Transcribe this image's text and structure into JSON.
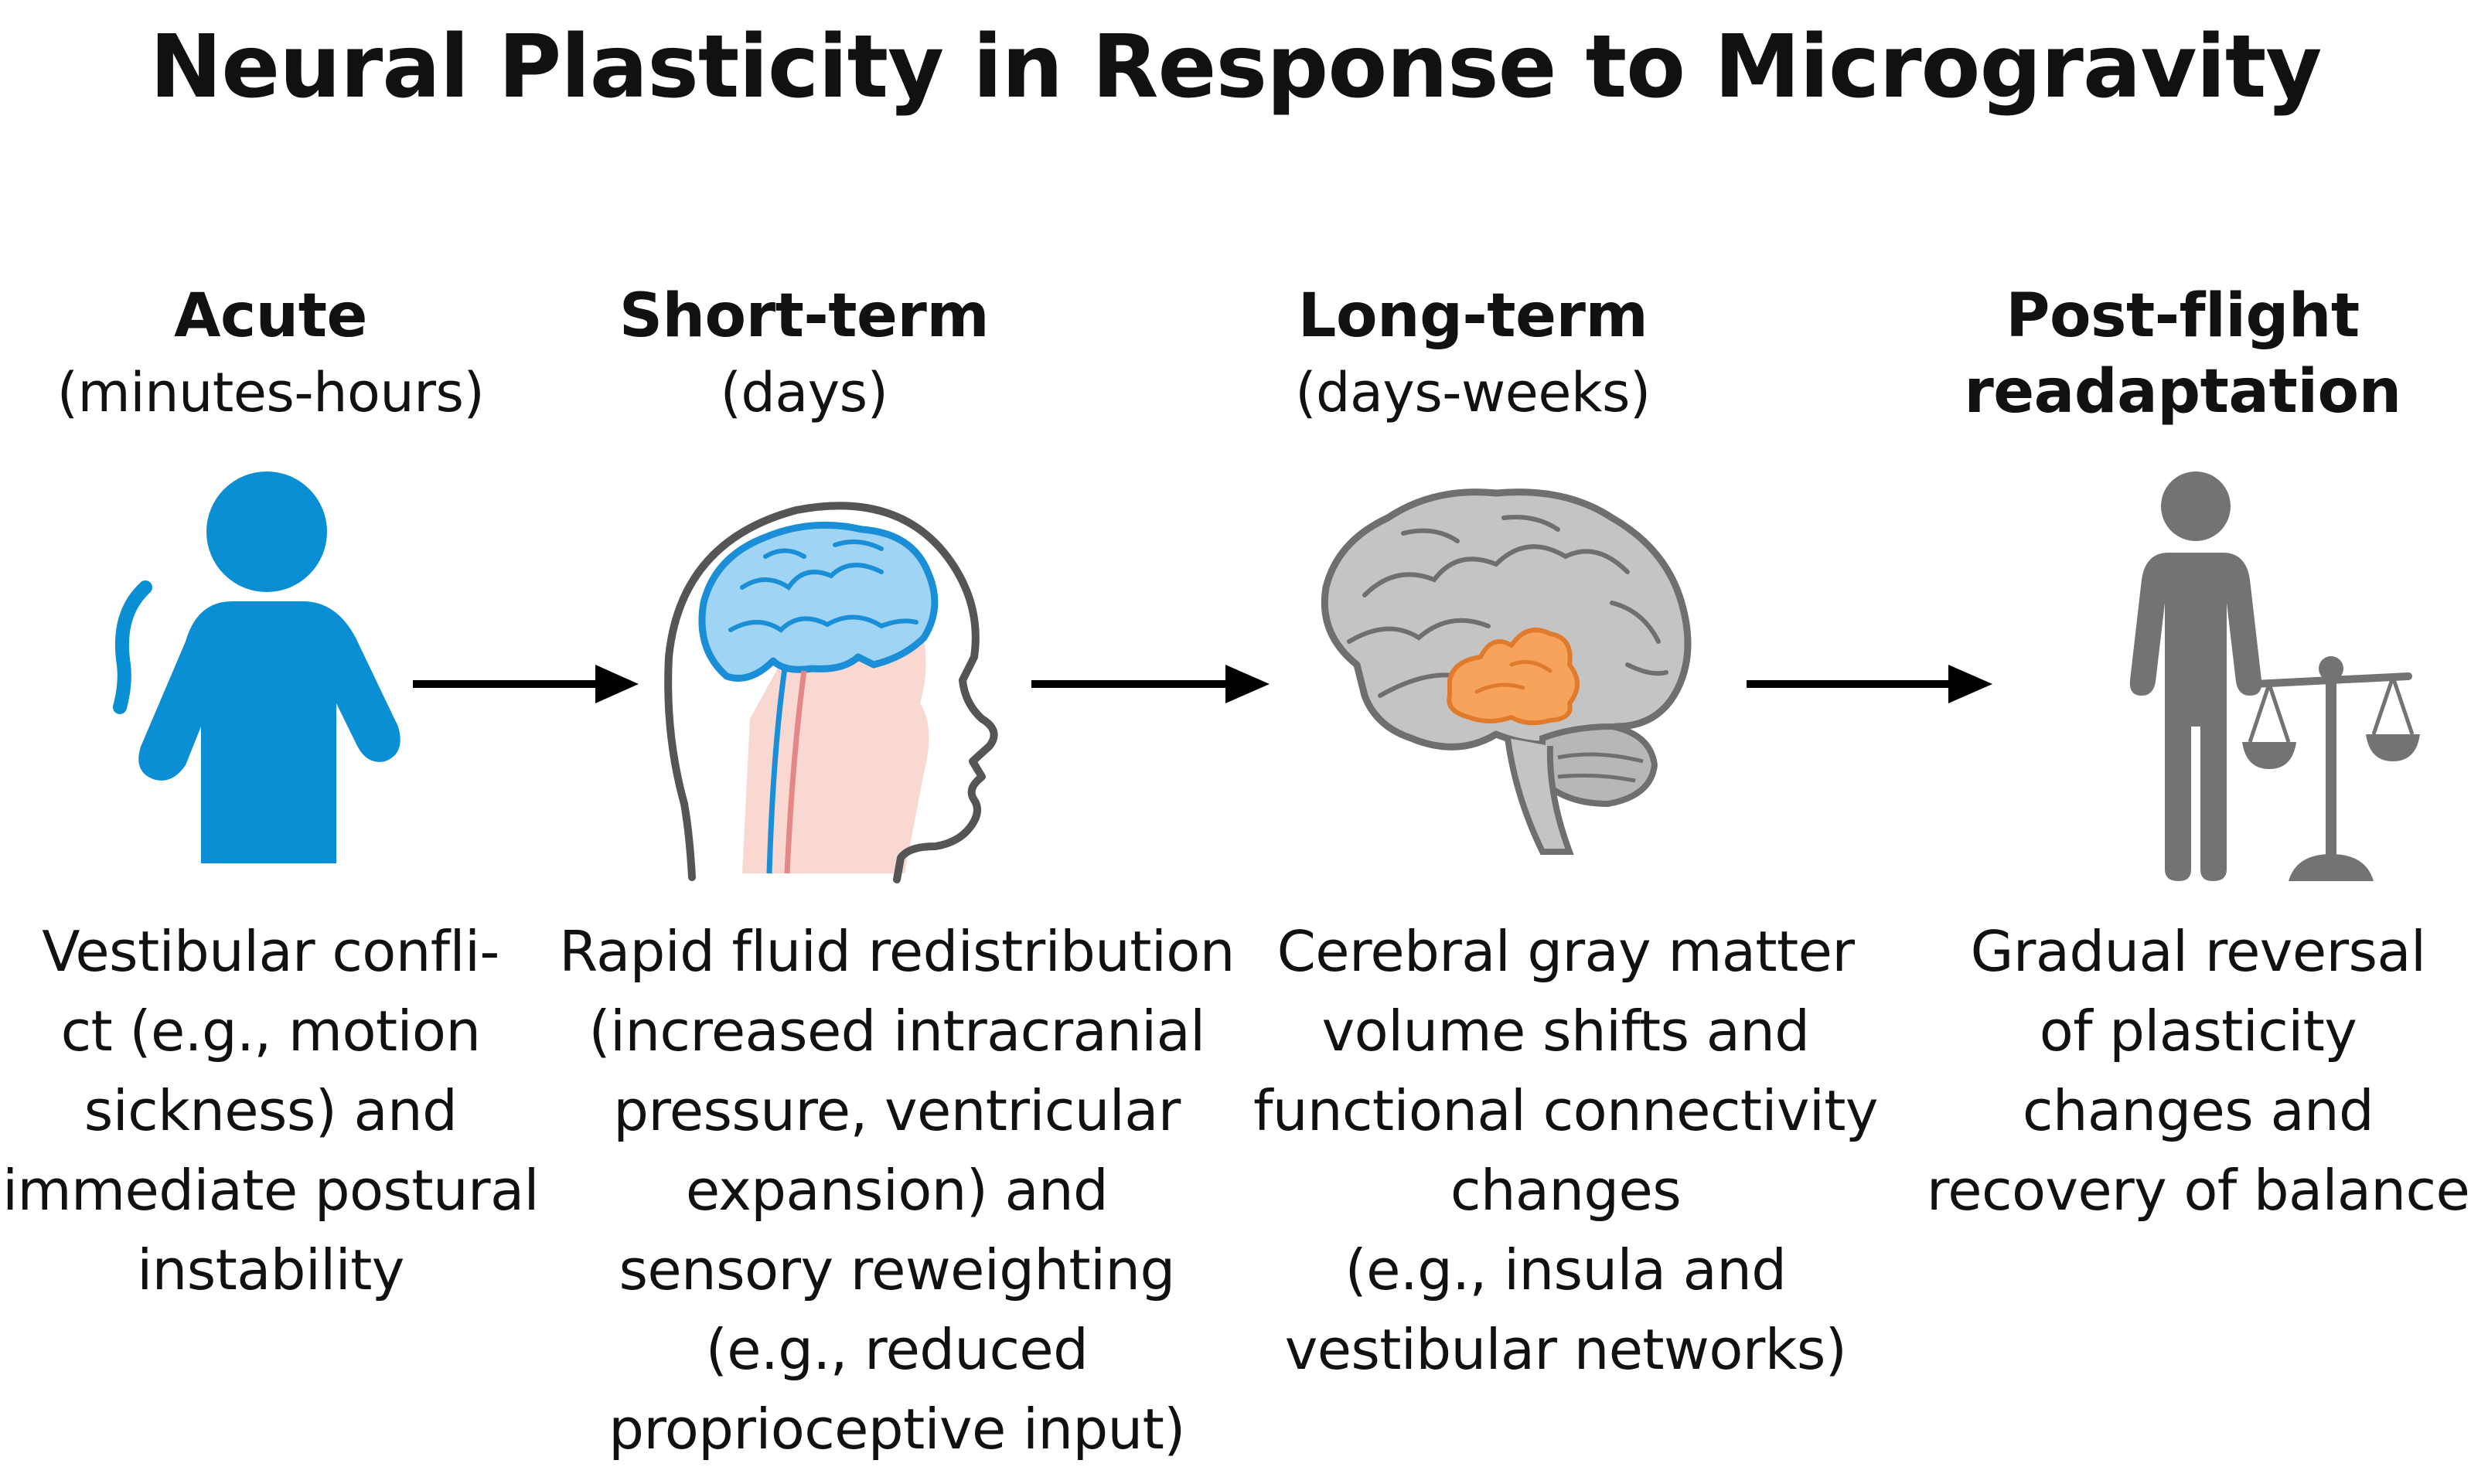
{
  "title": "Neural Plasticity in Response to Microgravity",
  "colors": {
    "acute_icon": "#0a8fd4",
    "brain_blue_fill": "#9fd4f4",
    "brain_blue_stroke": "#1a8fd8",
    "gray_brain": "#c4c4c4",
    "gray_stroke": "#6f6f6f",
    "insula_orange": "#f7a35c",
    "person_gray": "#737373",
    "face_pink": "#f9d8d2",
    "arrow": "#000000"
  },
  "stages": [
    {
      "name": "Acute",
      "time": "(minutes-hours)",
      "icon": "person-swaying-icon",
      "description": [
        "Vestibular confli-",
        "ct (e.g., motion",
        "sickness) and",
        "immediate postural",
        "instability"
      ]
    },
    {
      "name": "Short-term",
      "time": "(days)",
      "icon": "head-brain-profile-icon",
      "description": [
        "Rapid fluid redistribution",
        "(increased intracranial",
        "pressure, ventricular",
        "expansion) and",
        "sensory reweighting",
        "(e.g., reduced",
        "proprioceptive input)"
      ]
    },
    {
      "name": "Long-term",
      "time": "(days-weeks)",
      "icon": "brain-insula-highlight-icon",
      "description": [
        "Cerebral gray matter",
        "volume shifts and",
        "functional connectivity",
        "changes",
        "(e.g., insula and",
        "vestibular networks)"
      ]
    },
    {
      "name": "Post-flight",
      "time": "readaptation",
      "icon": "person-with-balance-scale-icon",
      "description": [
        "Gradual reversal",
        "of plasticity",
        "changes and",
        "recovery of balance"
      ]
    }
  ]
}
